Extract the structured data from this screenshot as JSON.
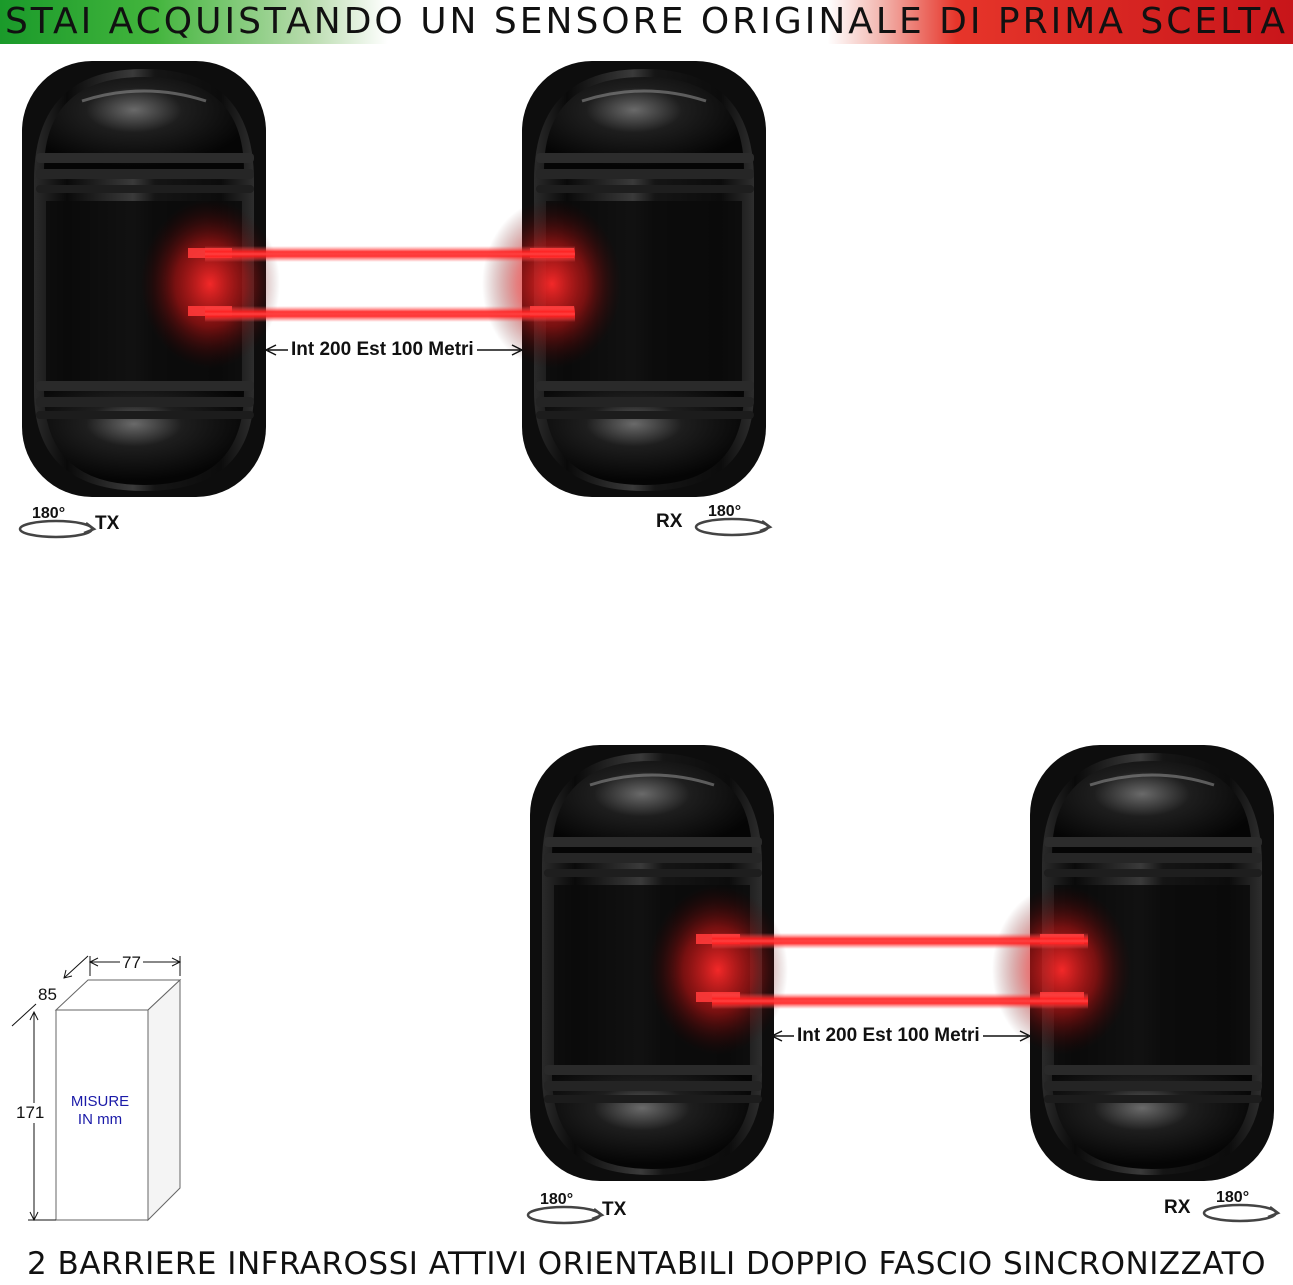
{
  "banner": {
    "text": "STAI ACQUISTANDO UN SENSORE ORIGINALE DI PRIMA SCELTA"
  },
  "scene_top": {
    "distance": "Int 200 Est 100 Metri",
    "tx_label": "TX",
    "rx_label": "RX",
    "rotation": "180°"
  },
  "scene_bottom": {
    "distance": "Int 200 Est 100 Metri",
    "tx_label": "TX",
    "rx_label": "RX",
    "rotation": "180°"
  },
  "dimensions": {
    "width": "77",
    "depth": "85",
    "height": "171",
    "note_line1": "MISURE",
    "note_line2": "IN mm"
  },
  "footer": {
    "text": "2 BARRIERE INFRAROSSI ATTIVI ORIENTABILI DOPPIO FASCIO SINCRONIZZATO"
  },
  "colors": {
    "beam": "#ff2020",
    "banner_green": "#1a9a2a",
    "banner_red": "#c8151a",
    "dim_text": "#1a1aa8"
  }
}
